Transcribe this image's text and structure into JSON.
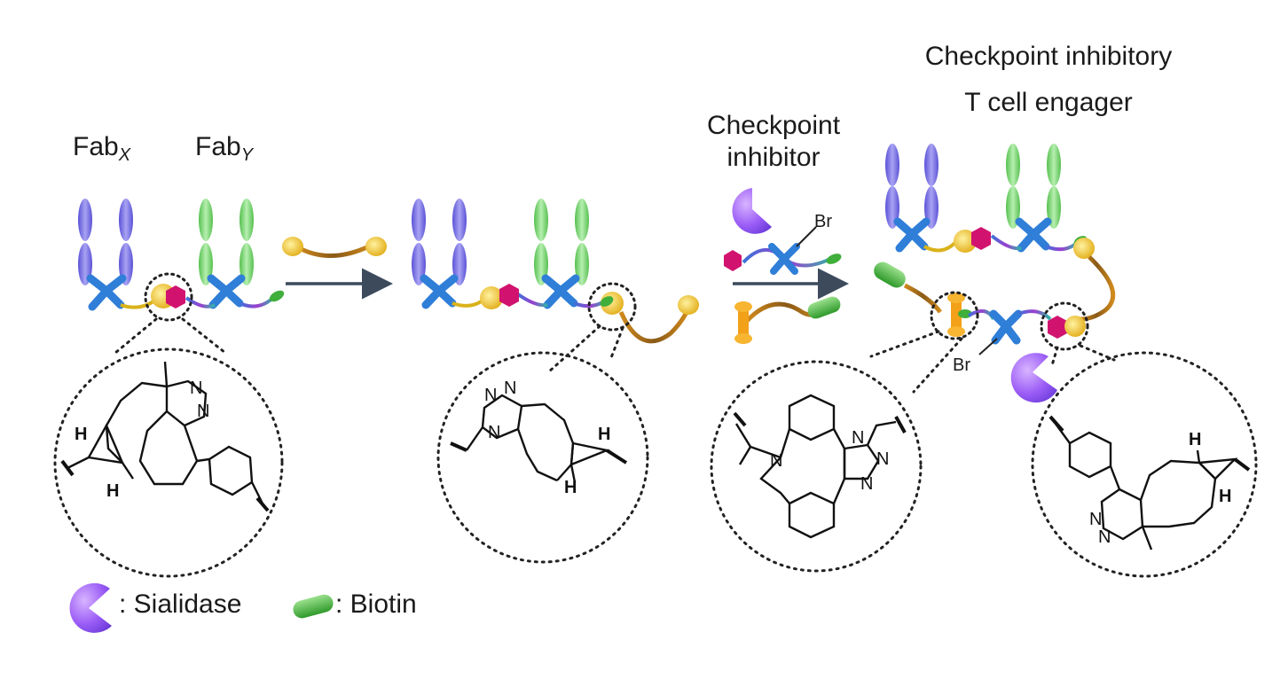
{
  "labels": {
    "fab_x": "Fab",
    "fab_x_sub": "X",
    "fab_y": "Fab",
    "fab_y_sub": "Y",
    "checkpoint_inhibitor_line1": "Checkpoint",
    "checkpoint_inhibitor_line2": "inhibitor",
    "engager_line1": "Checkpoint inhibitory",
    "engager_line2": "T cell engager",
    "br_1": "Br",
    "br_2": "Br"
  },
  "atoms": {
    "n": "N",
    "h": "H"
  },
  "legend": {
    "sialidase": ": Sialidase",
    "biotin": ": Biotin"
  },
  "colors": {
    "fab_x_domain": "#7b72e0",
    "fab_y_domain": "#7fd67a",
    "fc_core": "#2f7ed8",
    "tetrazine": "#f2c21b",
    "tco": "#d1136f",
    "biotin": "#3fae3a",
    "sialidase": "#b04cf0",
    "arrow": "#3c4a5c"
  }
}
